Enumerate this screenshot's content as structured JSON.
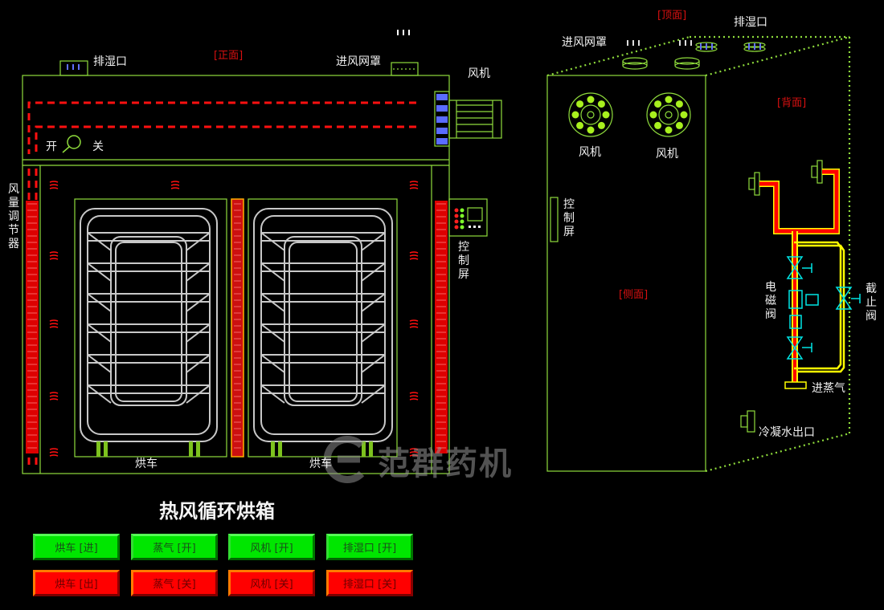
{
  "title": "热风循环烘箱",
  "views": {
    "front": "[正面]",
    "top": "[顶面]",
    "back": "[背面]",
    "side": "[侧面]"
  },
  "front_labels": {
    "exhaust_port": "排湿口",
    "air_inlet_hood": "进风网罩",
    "fan": "风机",
    "open": "开",
    "close": "关",
    "air_regulator": "风量调节器",
    "control_screen": "控制屏",
    "cart_left": "烘车",
    "cart_right": "烘车"
  },
  "side_labels": {
    "air_inlet_hood": "进风网罩",
    "exhaust_port": "排湿口",
    "fan_left": "风机",
    "fan_right": "风机",
    "control_screen": "控制屏",
    "solenoid_valve": "电磁阀",
    "stop_valve": "截止阀",
    "steam_inlet": "进蒸气",
    "condensate_outlet": "冷凝水出口"
  },
  "watermark": "范群药机",
  "buttons": {
    "on": [
      {
        "label": "烘车 [进]",
        "state": "on"
      },
      {
        "label": "蒸气 [开]",
        "state": "on"
      },
      {
        "label": "风机 [开]",
        "state": "on"
      },
      {
        "label": "排湿口 [开]",
        "state": "on"
      }
    ],
    "off": [
      {
        "label": "烘车 [出]",
        "state": "off"
      },
      {
        "label": "蒸气 [关]",
        "state": "off"
      },
      {
        "label": "风机 [关]",
        "state": "off"
      },
      {
        "label": "排湿口 [关]",
        "state": "off"
      }
    ]
  },
  "colors": {
    "outline": "#8fdc3c",
    "airflow": "#ff0000",
    "steam_pipe": "#ffff00",
    "valve": "#00e5e5",
    "vent": "#5a6cff",
    "button_on": "#00e600",
    "button_off": "#ff0000"
  }
}
